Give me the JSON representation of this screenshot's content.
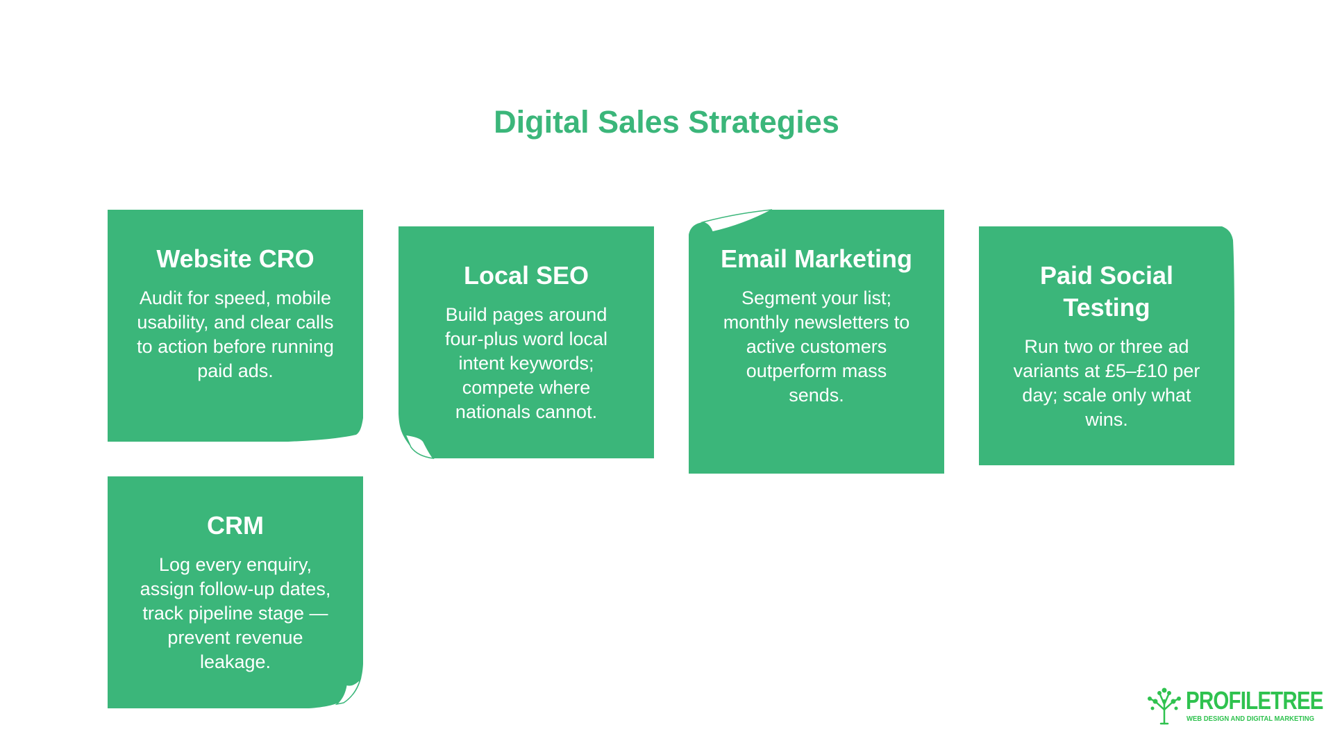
{
  "title": "Digital Sales Strategies",
  "colors": {
    "card": "#3bb67a",
    "card_fold": "#ffffff",
    "title": "#3bb67a",
    "logo": "#2fc24f"
  },
  "cards": [
    {
      "title": "Website CRO",
      "text": "Audit for speed, mobile usability, and clear calls to action before running paid ads."
    },
    {
      "title": "Local SEO",
      "text": "Build pages around four-plus word local intent keywords; compete where nationals cannot."
    },
    {
      "title": "Email Marketing",
      "text": "Segment your list; monthly newsletters to active customers outperform mass sends."
    },
    {
      "title": "Paid Social Testing",
      "text": "Run two or three ad variants at £5–£10 per day; scale only what wins."
    },
    {
      "title": "CRM",
      "text": "Log every enquiry, assign follow-up dates, track pipeline stage — prevent revenue leakage."
    }
  ],
  "logo": {
    "name": "PROFILETREE",
    "tagline": "WEB DESIGN AND DIGITAL MARKETING",
    "icon": "tree-icon"
  }
}
